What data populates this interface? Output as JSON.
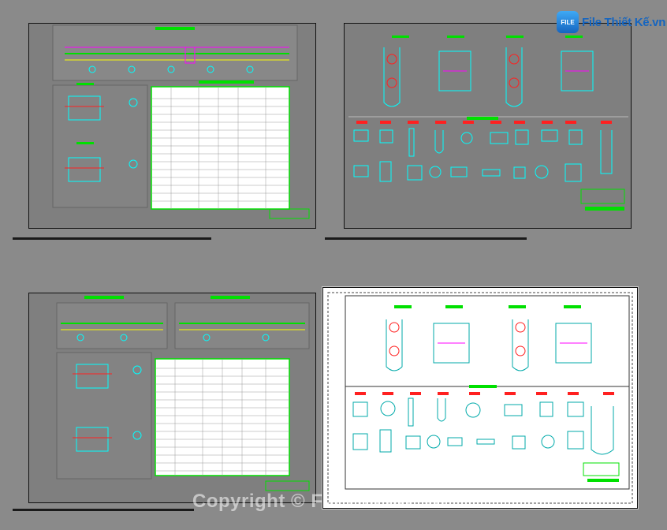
{
  "logo": {
    "mark": "FILE",
    "text": "File Thiết Kế.vn"
  },
  "watermark": {
    "text": "Copyright © FileThietKe.vn"
  },
  "sheets": [
    {
      "name": "sheet-1",
      "variant": "dark"
    },
    {
      "name": "sheet-2",
      "variant": "dark"
    },
    {
      "name": "sheet-3",
      "variant": "dark"
    },
    {
      "name": "sheet-4",
      "variant": "light"
    }
  ],
  "colors": {
    "cad_green": "#00e000",
    "cad_cyan": "#00ffff",
    "cad_red": "#ff2020",
    "cad_magenta": "#ff00ff",
    "cad_yellow": "#ffff00"
  }
}
